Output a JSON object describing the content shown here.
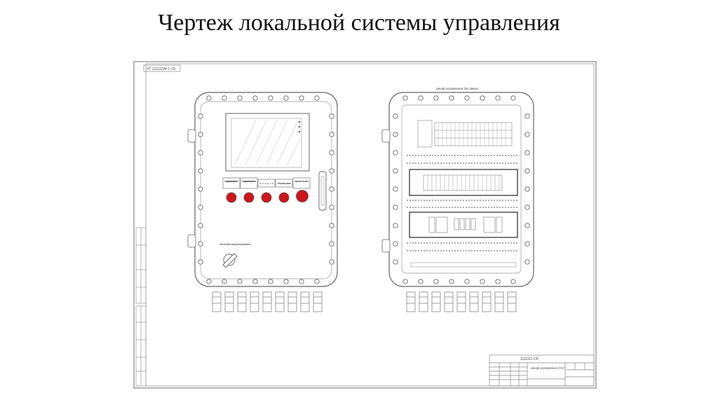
{
  "slide": {
    "title": "Чертеж локальной системы управления"
  },
  "sheet": {
    "stamp_top_left": "ЧТ 11111234-1 СБ",
    "title_block_code": "1111111-СБ",
    "title_block_name": "Шкаф управления ЛСУ",
    "right_cabinet_caption": "Шкаф управления без двери"
  },
  "front_panel": {
    "labels": [
      "Шкаф управления включен",
      "Шкаф управления выключен",
      "Авария",
      "Пожарная тревога",
      "Аварийный останов"
    ],
    "lamp_colors": [
      "#d0141b",
      "#d0141b",
      "#d0141b",
      "#d0141b",
      "#d0141b"
    ],
    "switch_label": "Местное/дистанционное управление"
  },
  "colors": {
    "line": "#777777",
    "lamp": "#d0141b"
  }
}
